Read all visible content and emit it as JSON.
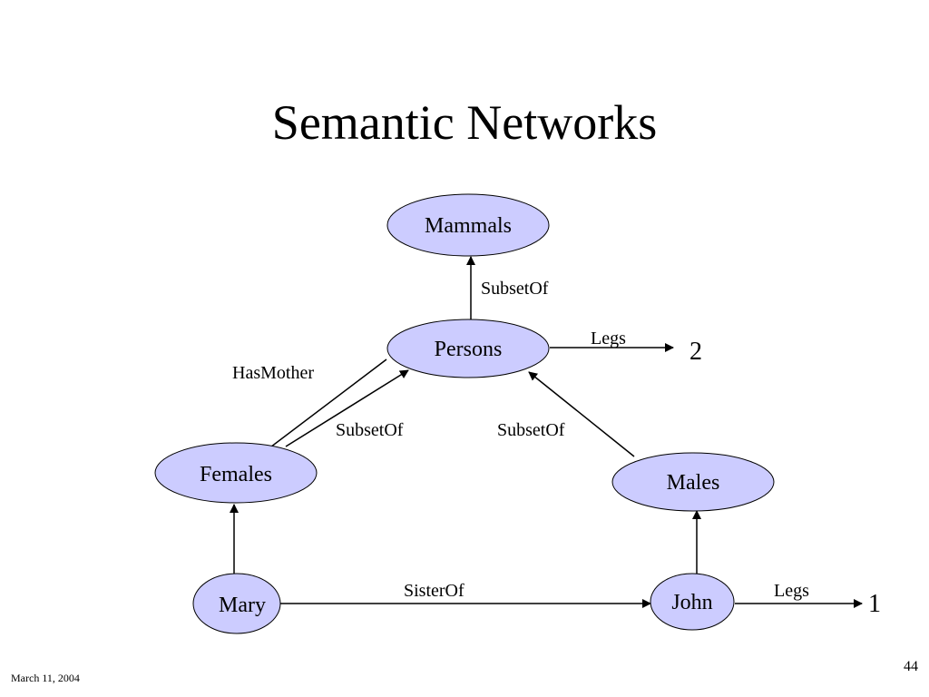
{
  "slide": {
    "title": "Semantic Networks",
    "date": "March 11, 2004",
    "page_number": "44"
  },
  "diagram": {
    "nodes": {
      "mammals": "Mammals",
      "persons": "Persons",
      "females": "Females",
      "males": "Males",
      "mary": "Mary",
      "john": "John"
    },
    "edges": {
      "persons_mammals": "SubsetOf",
      "persons_legs": "Legs",
      "persons_females_hasmother": "HasMother",
      "females_persons": "SubsetOf",
      "males_persons": "SubsetOf",
      "mary_john": "SisterOf",
      "john_legs": "Legs"
    },
    "values": {
      "persons_legs_value": "2",
      "john_legs_value": "1"
    },
    "colors": {
      "node_fill": "#ccccff",
      "stroke": "#000000"
    }
  }
}
